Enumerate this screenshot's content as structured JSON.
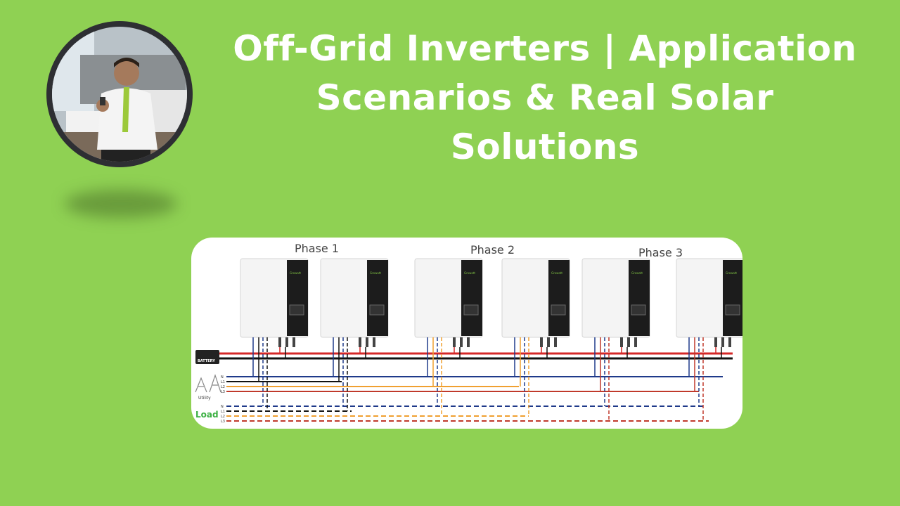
{
  "title": {
    "line1": "Off-Grid Inverters | Application",
    "line2": "Scenarios & Real Solar",
    "line3": "Solutions"
  },
  "diagram": {
    "phases": [
      "Phase 1",
      "Phase 2",
      "Phase 3"
    ],
    "battery_label": "BATTERY",
    "utility_label": "Utility",
    "load_label": "Load",
    "line_labels_utility": [
      "N",
      "L1",
      "L2",
      "L3"
    ],
    "line_labels_load": [
      "N",
      "L1",
      "L2",
      "L3"
    ],
    "brand": "Growatt"
  },
  "colors": {
    "background": "#8fd153",
    "positive": "#d62828",
    "negative": "#111111",
    "neutral": "#1f3a8a",
    "l1": "#111111",
    "l2": "#f0a030",
    "l3": "#c0392b",
    "load_text": "#3cb043"
  }
}
